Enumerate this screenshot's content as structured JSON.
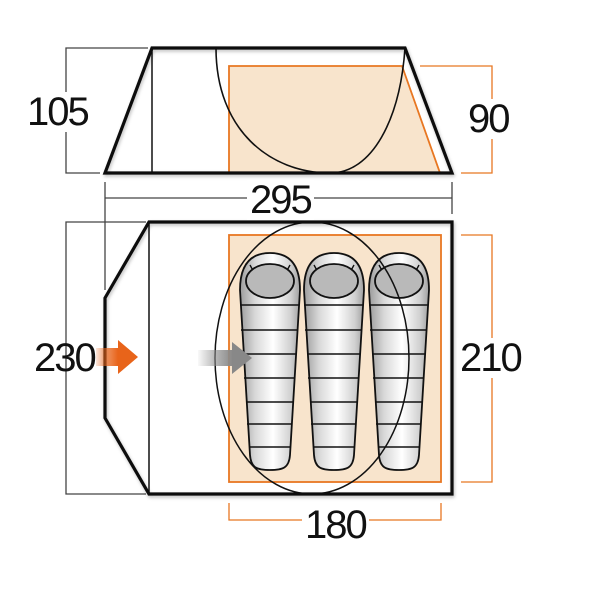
{
  "diagram": {
    "type": "tent-floor-plan",
    "side_view": {
      "outer_height": "105",
      "inner_height": "90",
      "total_length": "295"
    },
    "plan_view": {
      "outer_width": "230",
      "inner_width": "210",
      "inner_length": "180",
      "sleeping_bags": 3
    },
    "colors": {
      "outline": "#111111",
      "inner_stroke": "#e87722",
      "inner_fill": "#f8e4cc",
      "dim_line": "#444444",
      "entry_arrow": "#e8641a",
      "inner_arrow": "#888888",
      "bag_head": "#b9b9b9"
    },
    "icons": {
      "entry_arrow": "orange-entry-arrow-icon",
      "inner_arrow": "grey-entry-arrow-icon",
      "sleeping_bag": "sleeping-bag-icon"
    }
  }
}
